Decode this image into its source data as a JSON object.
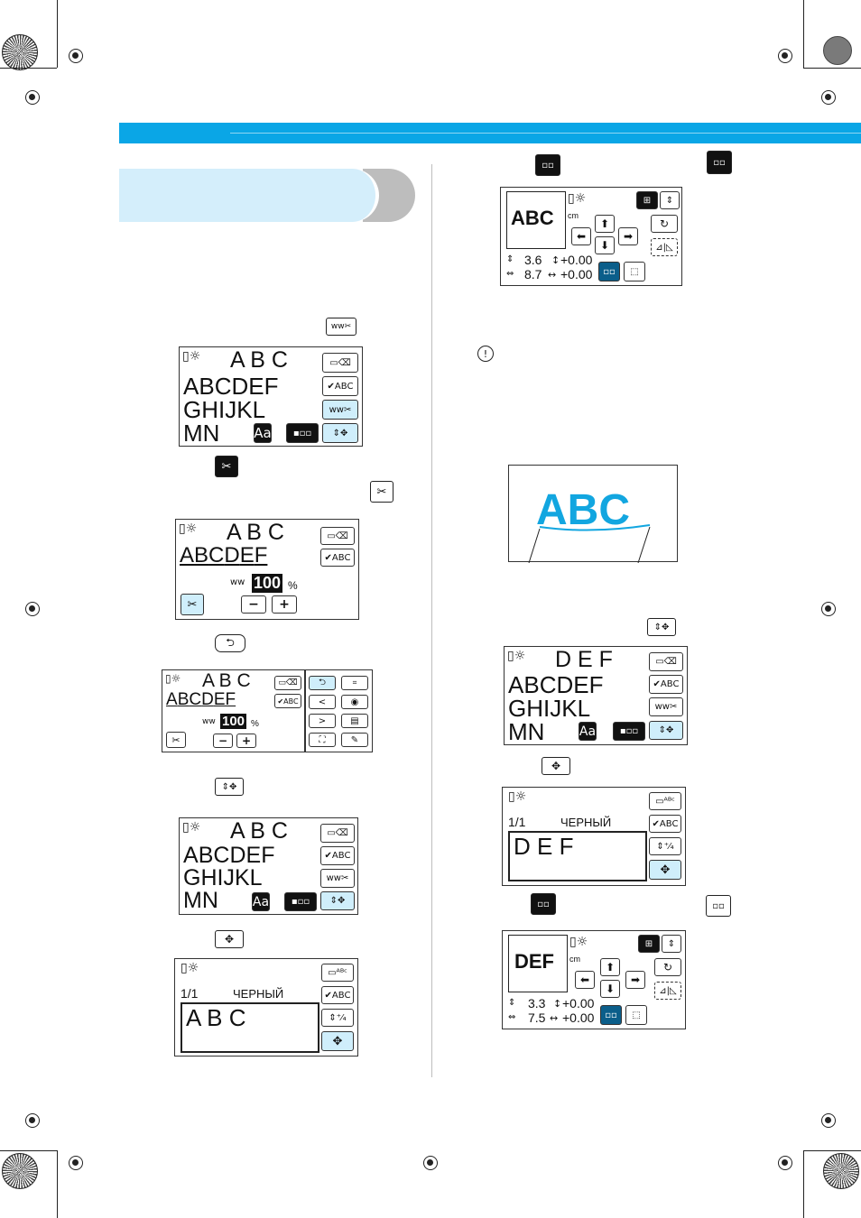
{
  "screen1": {
    "title": "A B C",
    "row1": [
      "A",
      "B",
      "C",
      "D",
      "E",
      "F"
    ],
    "row2": [
      "G",
      "H",
      "I",
      "J",
      "K",
      "L"
    ],
    "row3": [
      "M",
      "N"
    ],
    "case_key": "Aa",
    "side_keys": [
      "ABC"
    ]
  },
  "screen2": {
    "title": "A B C",
    "row1": [
      "A",
      "B",
      "C",
      "D",
      "E",
      "F"
    ],
    "value": "100",
    "unit": "%",
    "minus": "−",
    "plus": "+"
  },
  "screen3": {
    "title": "A B C",
    "row1": [
      "A",
      "B",
      "C",
      "D",
      "E",
      "F"
    ],
    "value": "100",
    "unit": "%"
  },
  "screen4": {
    "title": "A B C",
    "row1": [
      "A",
      "B",
      "C",
      "D",
      "E",
      "F"
    ],
    "row2": [
      "G",
      "H",
      "I",
      "J",
      "K",
      "L"
    ],
    "row3": [
      "M",
      "N"
    ],
    "case_key": "Aa"
  },
  "screen5": {
    "page": "1/1",
    "color": "ЧЕРНЫЙ",
    "text": "A  B  C"
  },
  "screen6": {
    "preview": "ABC",
    "unit": "cm",
    "height": "3.6",
    "vshift": "+0.00",
    "width": "8.7",
    "hshift": "+0.00"
  },
  "illustration": {
    "text": "ABC"
  },
  "screen7": {
    "title": "D E F",
    "row1": [
      "A",
      "B",
      "C",
      "D",
      "E",
      "F"
    ],
    "row2": [
      "G",
      "H",
      "I",
      "J",
      "K",
      "L"
    ],
    "row3": [
      "M",
      "N"
    ],
    "case_key": "Aa"
  },
  "screen8": {
    "page": "1/1",
    "color": "ЧЕРНЫЙ",
    "text": "D  E  F"
  },
  "screen9": {
    "preview": "DEF",
    "unit": "cm",
    "height": "3.3",
    "vshift": "+0.00",
    "width": "7.5",
    "hshift": "+0.00"
  },
  "icons": {
    "abc_check": "✔ABC"
  }
}
